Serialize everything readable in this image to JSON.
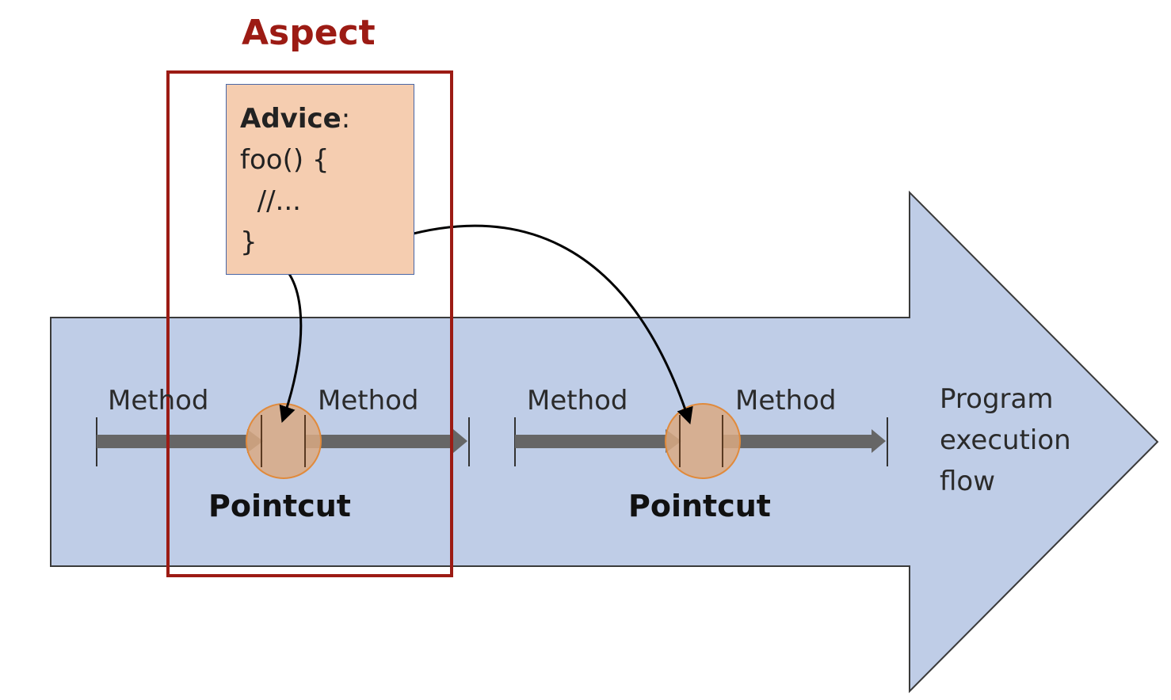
{
  "aspect": {
    "title": "Aspect"
  },
  "advice": {
    "heading": "Advice",
    "colon": ":",
    "lines": [
      "foo() {",
      "  //...",
      "}"
    ]
  },
  "methods": [
    "Method",
    "Method",
    "Method",
    "Method"
  ],
  "pointcuts": [
    "Pointcut",
    "Pointcut"
  ],
  "flow": {
    "lines": [
      "Program",
      "execution",
      "flow"
    ]
  },
  "colors": {
    "aspect_border": "#9c1b14",
    "advice_fill": "#f5cdb0",
    "arrow_fill": "#bfcde7",
    "joinpoint_fill": "#d9a982",
    "method_arrow": "#666666"
  }
}
